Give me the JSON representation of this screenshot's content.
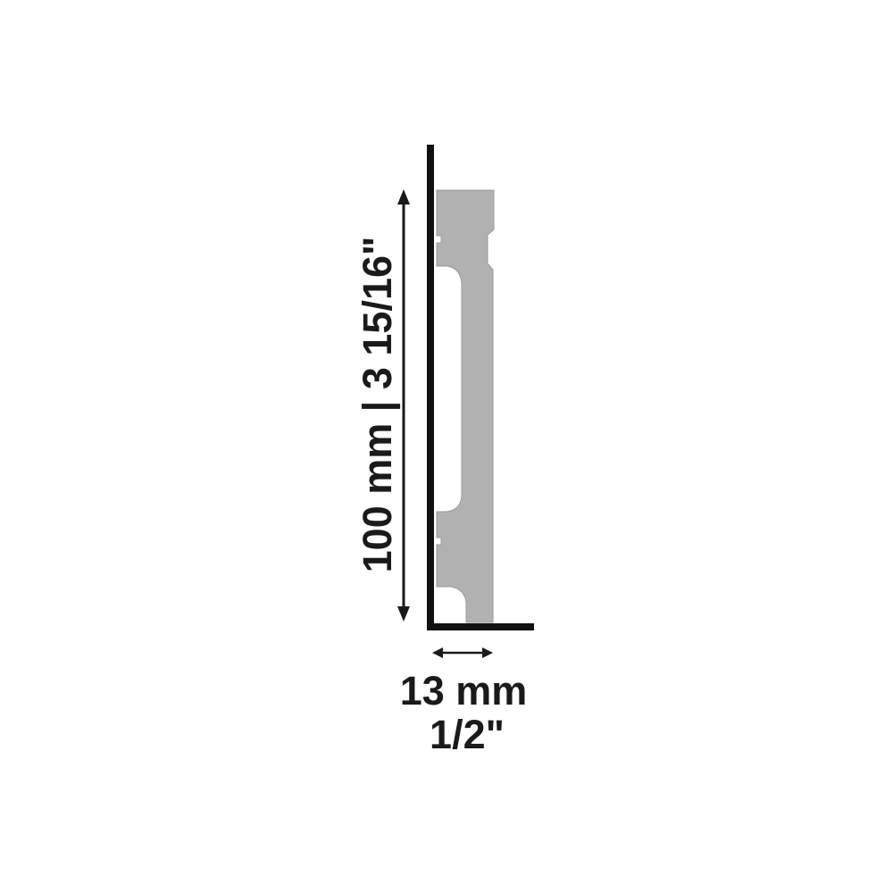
{
  "height_dimension": {
    "metric": "100 mm",
    "separator": "|",
    "imperial": "3 15/16\""
  },
  "width_dimension": {
    "metric": "13 mm",
    "imperial": "1/2\""
  },
  "colors": {
    "profile_fill": "#b1b1b1",
    "profile_stroke": "#9a9a9a",
    "wall_line": "#111111",
    "arrow": "#1a1a1a",
    "text": "#1a1a1a"
  }
}
